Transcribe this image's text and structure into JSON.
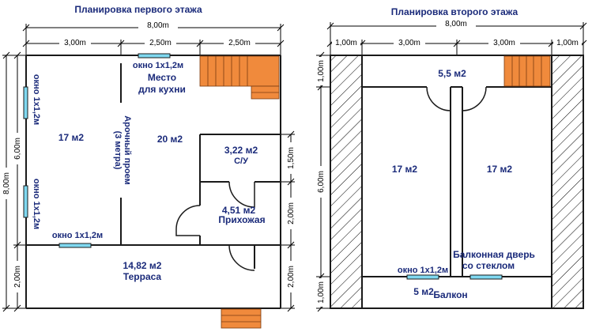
{
  "floor1": {
    "title": "Планировка первого этажа",
    "dim_total": "8,00m",
    "dim_a": "3,00m",
    "dim_b": "2,50m",
    "dim_c": "2,50m",
    "dim_left_total": "8,00m",
    "dim_left_upper": "6,00m",
    "dim_left_lower": "2,00m",
    "dim_right_1": "1,50m",
    "dim_right_2": "2,00m",
    "dim_right_3": "2,00m",
    "window_top": "окно 1х1,2м",
    "kitchen_1": "Место",
    "kitchen_2": "для кухни",
    "window_left_1": "окно 1х1,2м",
    "window_left_2": "окно 1х1,2м",
    "arch_1": "Арочный проем",
    "arch_2": "(3 метра)",
    "area_left": "17 м2",
    "area_mid": "20 м2",
    "wc_area": "3,22 м2",
    "wc_name": "С/У",
    "hall_area": "4,51 м2",
    "hall_name": "Прихожая",
    "window_bottom": "окно 1х1,2м",
    "terrace_area": "14,82 м2",
    "terrace_name": "Терраса"
  },
  "floor2": {
    "title": "Планировка второго этажа",
    "dim_total": "8,00m",
    "dim_a": "1,00m",
    "dim_b": "3,00m",
    "dim_c": "3,00m",
    "dim_d": "1,00m",
    "dim_left_1": "1,00m",
    "dim_left_2": "6,00m",
    "dim_left_3": "1,00m",
    "hall_area": "5,5 м2",
    "room_left": "17 м2",
    "room_right": "17 м2",
    "window": "окно 1х1,2м",
    "balcony_door_1": "Балконная дверь",
    "balcony_door_2": "со стеклом",
    "balcony_area": "5 м2",
    "balcony_name": "Балкон"
  },
  "colors": {
    "wall": "#1a1a1a",
    "window": "#7fd8f0",
    "stairs": "#f08a3c",
    "text": "#1a2a7a"
  }
}
